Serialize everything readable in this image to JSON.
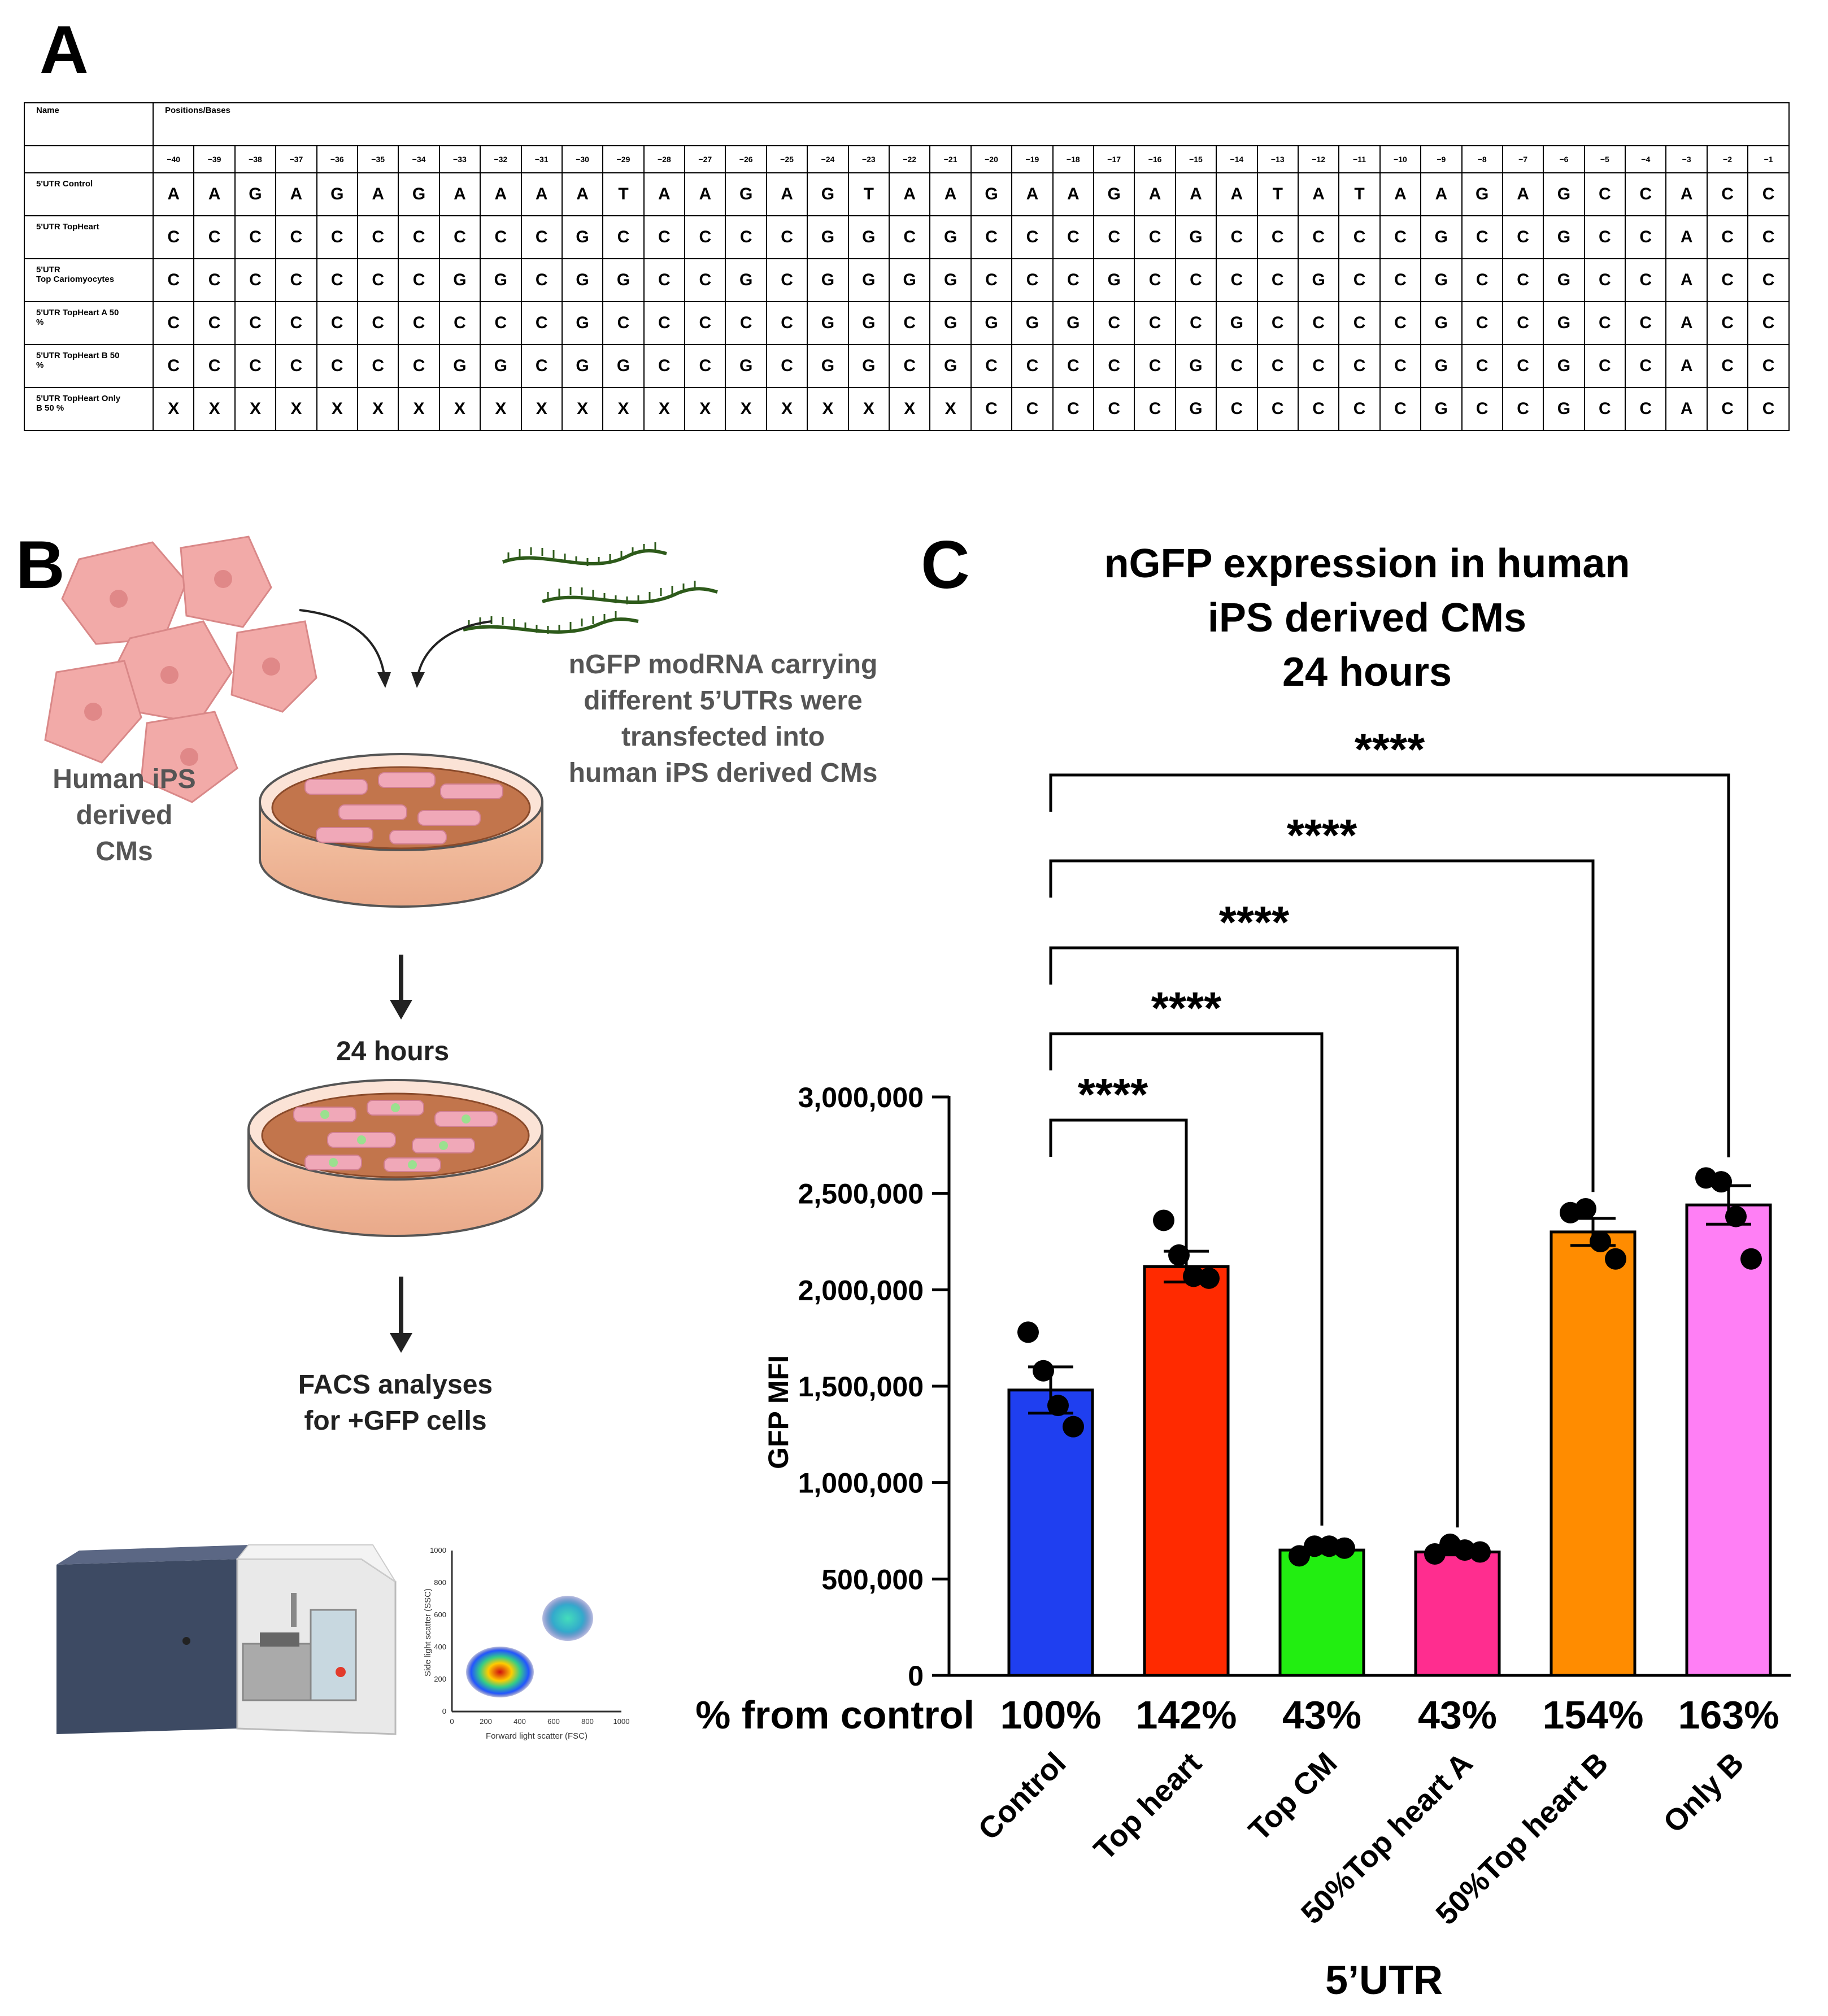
{
  "panels": {
    "a": "A",
    "b": "B",
    "c": "C"
  },
  "table": {
    "header_name": "Name",
    "header_positions": "Positions/Bases",
    "positions": [
      "−40",
      "−39",
      "−38",
      "−37",
      "−36",
      "−35",
      "−34",
      "−33",
      "−32",
      "−31",
      "−30",
      "−29",
      "−28",
      "−27",
      "−26",
      "−25",
      "−24",
      "−23",
      "−22",
      "−21",
      "−20",
      "−19",
      "−18",
      "−17",
      "−16",
      "−15",
      "−14",
      "−13",
      "−12",
      "−11",
      "−10",
      "−9",
      "−8",
      "−7",
      "−6",
      "−5",
      "−4",
      "−3",
      "−2",
      "−1"
    ],
    "rows": [
      {
        "name": "5'UTR Control",
        "bases": "AAGAGAGAAAATAAGAGTAAGAAGAAATATAAGAGCCACC"
      },
      {
        "name": "5'UTR TopHeart",
        "bases": "CCCCCCCCCCGCCCCCGGCGCCCCCGCCCCCGCCGCCACC"
      },
      {
        "name": "5'UTR\nTop Cariomyocytes",
        "bases": "CCCCCCCGGCGGCCGCGGGGCCCGCCCCGCCGCCGCCACC"
      },
      {
        "name": "5'UTR TopHeart A 50\n%",
        "bases": "CCCCCCCCCCGCCCCCGGCGGGGCCCGCCCCGCCGCCACC"
      },
      {
        "name": "5'UTR TopHeart B 50\n%",
        "bases": "CCCCCCCGGCGGCCGCGGCGCCCCCGCCCCCGCCGCCACC"
      },
      {
        "name": "5'UTR TopHeart Only\nB 50 %",
        "bases": "XXXXXXXXXXXXXXXXXXXXCCCCCGCCCCCGCCGCCACC"
      }
    ]
  },
  "panel_b": {
    "cells_label": "Human iPS\nderived\nCMs",
    "modrna_label": "nGFP modRNA carrying\ndifferent 5’UTRs were\ntransfected into\nhuman iPS derived CMs",
    "time_label": "24 hours",
    "facs_label": "FACS analyses\nfor +GFP cells",
    "scatter_xlabel": "Forward light scatter (FSC)",
    "scatter_ylabel": "Side light scatter (SSC)",
    "scatter_ticks": [
      "0",
      "200",
      "400",
      "600",
      "800",
      "1000"
    ]
  },
  "chart_data": {
    "type": "bar",
    "title": "nGFP expression in human\niPS derived CMs\n24 hours",
    "xlabel": "5’UTR",
    "ylabel": "GFP MFI",
    "ylim": [
      0,
      3000000
    ],
    "yticks": [
      "0",
      "500,000",
      "1,000,000",
      "1,500,000",
      "2,000,000",
      "2,500,000",
      "3,000,000"
    ],
    "categories": [
      "Control",
      "Top heart",
      "Top CM",
      "50%Top heart A",
      "50%Top heart B",
      "Only B"
    ],
    "values": [
      1480000,
      2120000,
      650000,
      640000,
      2300000,
      2440000
    ],
    "errors": [
      120000,
      80000,
      15000,
      15000,
      70000,
      100000
    ],
    "colors": [
      "#1f3ff0",
      "#ff2a00",
      "#22ee11",
      "#ff2d8f",
      "#ff8c00",
      "#ff7ff5"
    ],
    "points": [
      [
        1780000,
        1580000,
        1400000,
        1290000
      ],
      [
        2360000,
        2180000,
        2070000,
        2060000
      ],
      [
        620000,
        670000,
        670000,
        660000
      ],
      [
        630000,
        680000,
        650000,
        640000
      ],
      [
        2400000,
        2420000,
        2250000,
        2160000
      ],
      [
        2580000,
        2560000,
        2380000,
        2160000
      ]
    ],
    "percent_label": "% from control",
    "percents": [
      "100%",
      "142%",
      "43%",
      "43%",
      "154%",
      "163%"
    ],
    "significance": [
      "****",
      "****",
      "****",
      "****",
      "****"
    ]
  }
}
